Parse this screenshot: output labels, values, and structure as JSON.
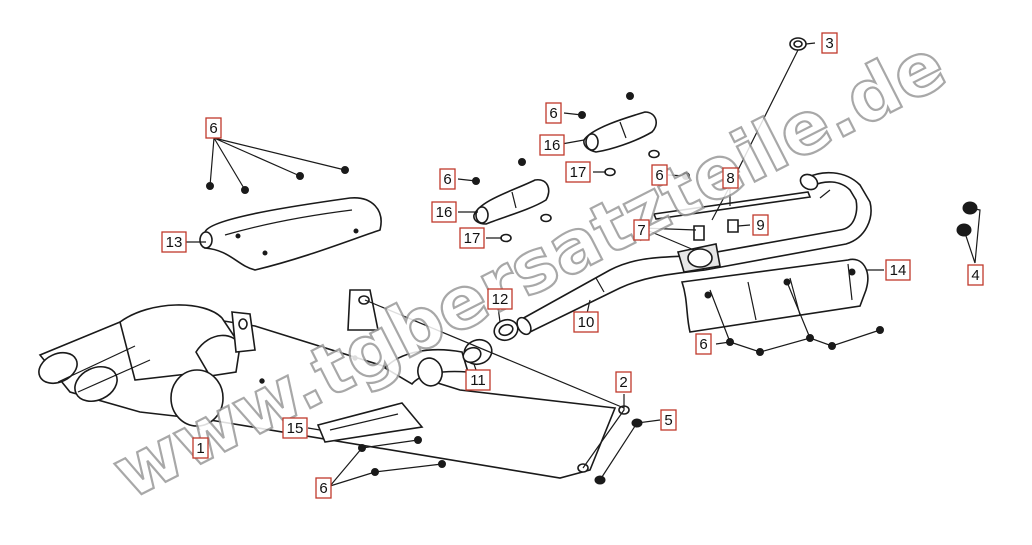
{
  "watermark": "www.tgbersatzteile.de",
  "callouts": [
    {
      "id": "c1",
      "label": "1"
    },
    {
      "id": "c2",
      "label": "2"
    },
    {
      "id": "c3",
      "label": "3"
    },
    {
      "id": "c4",
      "label": "4"
    },
    {
      "id": "c5",
      "label": "5"
    },
    {
      "id": "c6a",
      "label": "6"
    },
    {
      "id": "c6b",
      "label": "6"
    },
    {
      "id": "c6c",
      "label": "6"
    },
    {
      "id": "c6d",
      "label": "6"
    },
    {
      "id": "c6e",
      "label": "6"
    },
    {
      "id": "c6f",
      "label": "6"
    },
    {
      "id": "c7",
      "label": "7"
    },
    {
      "id": "c8",
      "label": "8"
    },
    {
      "id": "c9",
      "label": "9"
    },
    {
      "id": "c10",
      "label": "10"
    },
    {
      "id": "c11",
      "label": "11"
    },
    {
      "id": "c12",
      "label": "12"
    },
    {
      "id": "c13",
      "label": "13"
    },
    {
      "id": "c14",
      "label": "14"
    },
    {
      "id": "c15",
      "label": "15"
    },
    {
      "id": "c16a",
      "label": "16"
    },
    {
      "id": "c16b",
      "label": "16"
    },
    {
      "id": "c17a",
      "label": "17"
    },
    {
      "id": "c17b",
      "label": "17"
    }
  ]
}
